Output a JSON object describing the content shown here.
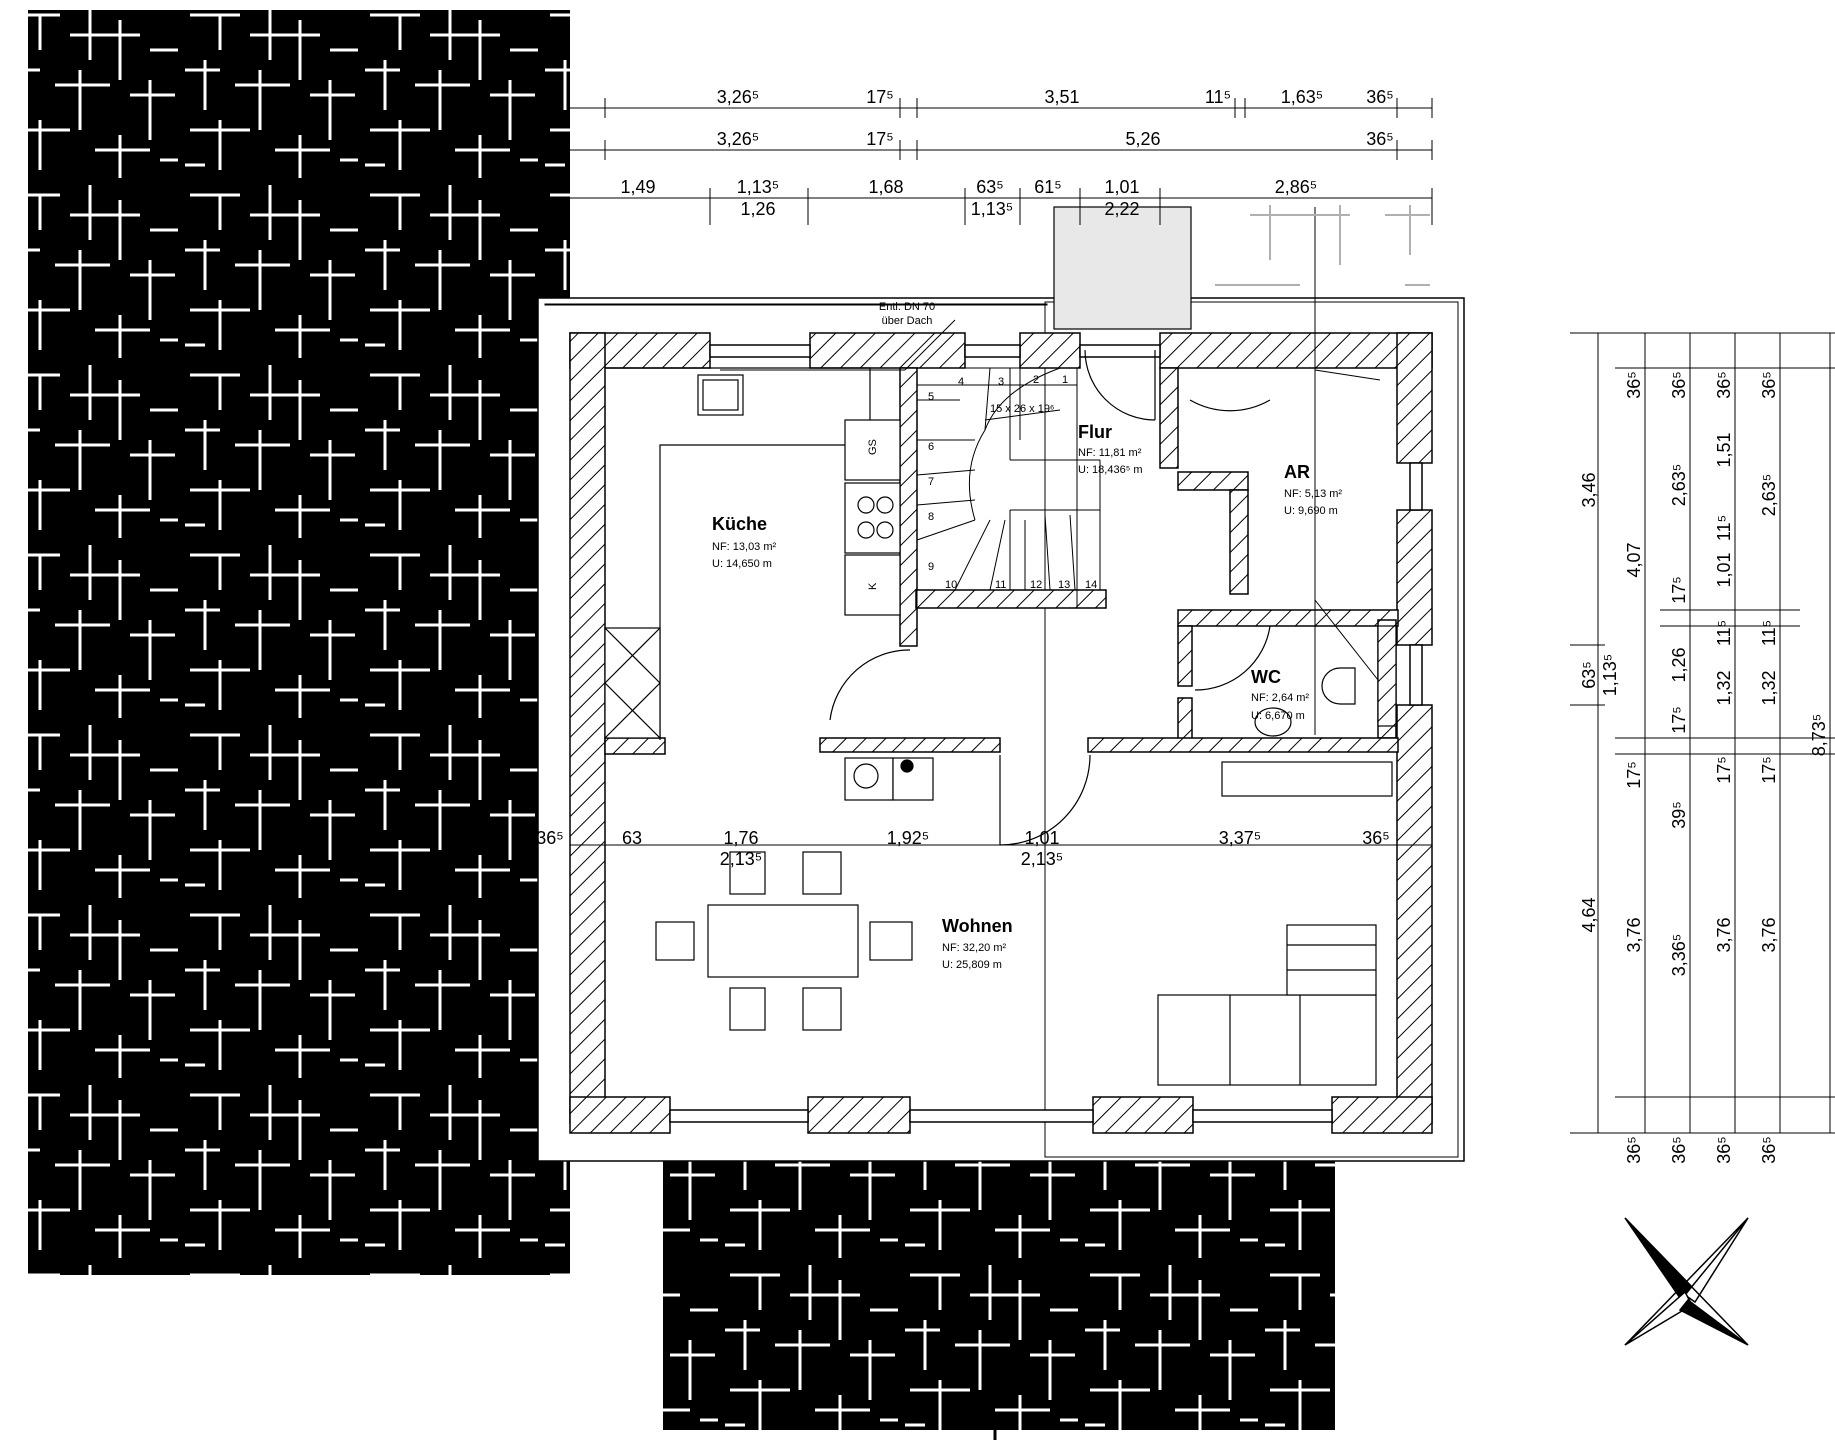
{
  "rooms": {
    "kueche": {
      "name": "Küche",
      "nf": "NF: 13,03 m²",
      "u": "U: 14,650 m"
    },
    "flur": {
      "name": "Flur",
      "nf": "NF:  11,81 m²",
      "u": "U: 18,436⁵ m"
    },
    "ar": {
      "name": "AR",
      "nf": "NF: 5,13 m²",
      "u": "U: 9,690 m"
    },
    "wc": {
      "name": "WC",
      "nf": "NF: 2,64 m²",
      "u": "U: 6,670 m"
    },
    "wohnen": {
      "name": "Wohnen",
      "nf": "NF: 32,20 m²",
      "u": "U: 25,809 m"
    }
  },
  "annotations": {
    "vent_line1": "Entl. DN 70",
    "vent_line2": "über Dach",
    "stair_spec": "15 x 26 x 19⁶",
    "appliance_gs": "GS",
    "appliance_k": "K"
  },
  "stair_steps": [
    "1",
    "2",
    "3",
    "4",
    "5",
    "6",
    "7",
    "8",
    "9",
    "10",
    "11",
    "12",
    "13",
    "14"
  ],
  "top_dims": {
    "row1": [
      "3,26⁵",
      "17⁵",
      "3,51",
      "11⁵",
      "1,63⁵",
      "36⁵"
    ],
    "row2": [
      "3,26⁵",
      "17⁵",
      "5,26",
      "36⁵"
    ],
    "row3": [
      "1,49",
      "1,13⁵",
      "1,68",
      "63⁵",
      "61⁵",
      "1,01",
      "2,86⁵"
    ],
    "row3_sub": [
      "1,26",
      "1,13⁵",
      "2,22"
    ]
  },
  "mid_dims": {
    "row": [
      "36⁵",
      "63",
      "1,76",
      "1,92⁵",
      "1,01",
      "3,37⁵",
      "36⁵"
    ],
    "sub": [
      "2,13⁵",
      "2,13⁵"
    ]
  },
  "right_dims": {
    "col1": [
      "3,46",
      "63⁵",
      "4,64"
    ],
    "col2": [
      "1,13⁵"
    ],
    "col3": [
      "36⁵",
      "4,07",
      "17⁵",
      "3,76",
      "36⁵"
    ],
    "col4": [
      "36⁵",
      "2,63⁵",
      "17⁵",
      "1,26",
      "17⁵",
      "39⁵",
      "3,36⁵",
      "36⁵"
    ],
    "col5": [
      "36⁵",
      "1,51",
      "11⁵",
      "1,01",
      "11⁵",
      "1,32",
      "17⁵",
      "3,76",
      "36⁵"
    ],
    "col6": [
      "36⁵",
      "2,63⁵",
      "11⁵",
      "1,32",
      "17⁵",
      "3,76",
      "36⁵"
    ],
    "total": [
      "8,73⁵"
    ]
  },
  "colors": {
    "wall_hatch": "#000000",
    "chimney": "#e8e8e8",
    "pattern_bg": "#000000",
    "pattern_line": "#ffffff",
    "ghost": "#b0b0b0"
  }
}
